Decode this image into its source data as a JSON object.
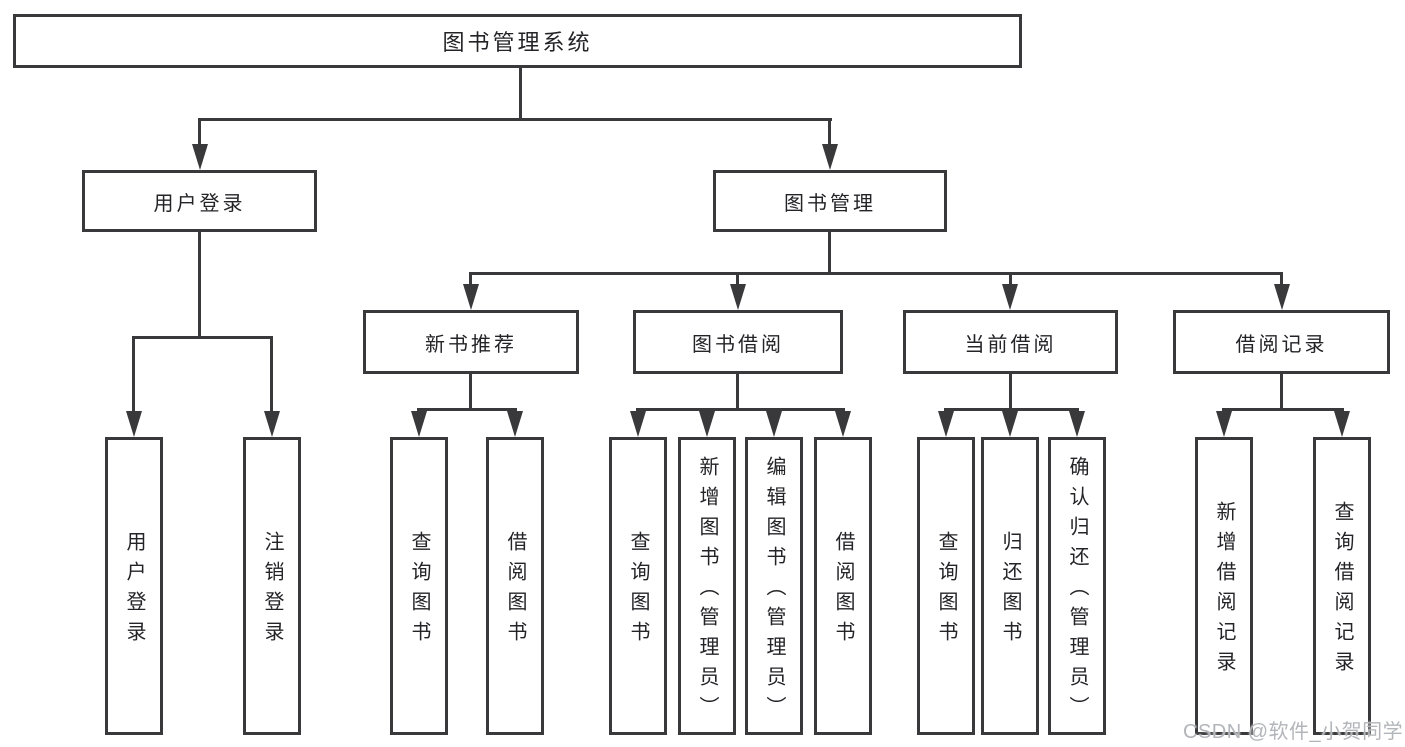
{
  "tree": {
    "label": "图书管理系统",
    "children": [
      {
        "label": "用户登录",
        "children": [
          {
            "label": "用户登录"
          },
          {
            "label": "注销登录"
          }
        ]
      },
      {
        "label": "图书管理",
        "children": [
          {
            "label": "新书推荐",
            "children": [
              {
                "label": "查询图书"
              },
              {
                "label": "借阅图书"
              }
            ]
          },
          {
            "label": "图书借阅",
            "children": [
              {
                "label": "查询图书"
              },
              {
                "label": "新增图书（管理员）"
              },
              {
                "label": "编辑图书（管理员）"
              },
              {
                "label": "借阅图书"
              }
            ]
          },
          {
            "label": "当前借阅",
            "children": [
              {
                "label": "查询图书"
              },
              {
                "label": "归还图书"
              },
              {
                "label": "确认归还（管理员）"
              }
            ]
          },
          {
            "label": "借阅记录",
            "children": [
              {
                "label": "新增借阅记录"
              },
              {
                "label": "查询借阅记录"
              }
            ]
          }
        ]
      }
    ]
  },
  "watermark": {
    "text": "CSDN @软件_小贺同学"
  },
  "colors": {
    "line": "#39393b",
    "text": "#242428",
    "watermark": "#b2b5ba"
  }
}
